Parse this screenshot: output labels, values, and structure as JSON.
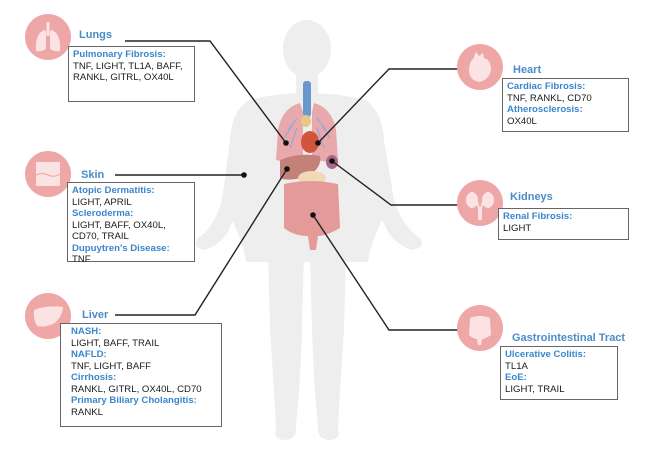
{
  "figure": {
    "subject": "Human body with organ fibrosis/inflammation and associated TNF-superfamily ligands",
    "colors": {
      "title_blue": "#4a8cc8",
      "condition_blue": "#3a86cc",
      "icon_circle": "#eea6a6",
      "body_silhouette": "#efefef",
      "connector": "#222222",
      "box_border": "#666666"
    }
  },
  "organs": {
    "lungs": {
      "icon": "lungs-icon",
      "title": "Lungs",
      "conditions": [
        {
          "name": "Pulmonary Fibrosis:",
          "ligands": "TNF, LIGHT, TL1A, BAFF, RANKL, GITRL, OX40L"
        }
      ]
    },
    "skin": {
      "icon": "skin-icon",
      "title": "Skin",
      "conditions": [
        {
          "name": "Atopic Dermatitis:",
          "ligands": "LIGHT, APRIL"
        },
        {
          "name": "Scleroderma:",
          "ligands": "LIGHT, BAFF, OX40L, CD70, TRAIL"
        },
        {
          "name": "Dupuytren's Disease:",
          "ligands": "TNF"
        }
      ]
    },
    "liver": {
      "icon": "liver-icon",
      "title": "Liver",
      "conditions": [
        {
          "name": "NASH:",
          "ligands": "LIGHT, BAFF, TRAIL"
        },
        {
          "name": "NAFLD:",
          "ligands": "TNF, LIGHT, BAFF"
        },
        {
          "name": "Cirrhosis:",
          "ligands": "RANKL, GITRL, OX40L, CD70"
        },
        {
          "name": "Primary Biliary Cholangitis:",
          "ligands": "RANKL"
        }
      ]
    },
    "heart": {
      "icon": "heart-icon",
      "title": "Heart",
      "conditions": [
        {
          "name": "Cardiac Fibrosis:",
          "ligands": "TNF, RANKL, CD70"
        },
        {
          "name": "Atherosclerosis:",
          "ligands": "OX40L"
        }
      ]
    },
    "kidneys": {
      "icon": "kidneys-icon",
      "title": "Kidneys",
      "conditions": [
        {
          "name": "Renal Fibrosis:",
          "ligands": "LIGHT"
        }
      ]
    },
    "gi": {
      "icon": "intestine-icon",
      "title": "Gastrointestinal Tract",
      "conditions": [
        {
          "name": "Ulcerative Colitis:",
          "ligands": "TL1A"
        },
        {
          "name": "EoE:",
          "ligands": "LIGHT, TRAIL"
        }
      ]
    }
  }
}
